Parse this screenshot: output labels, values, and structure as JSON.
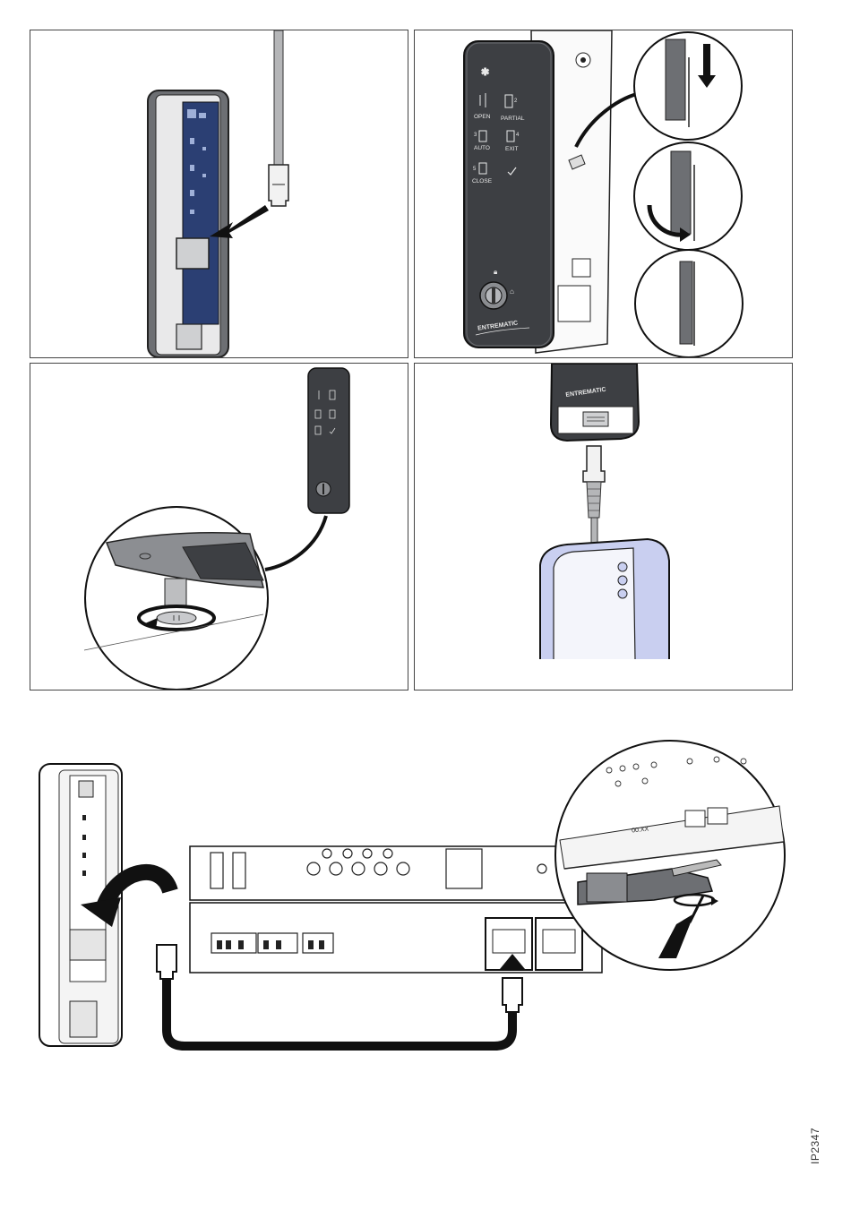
{
  "keypad": {
    "labels": {
      "open": "OPEN",
      "partial": "PARTIAL",
      "auto": "AUTO",
      "exit": "EXIT",
      "close": "CLOSE"
    },
    "numbers": {
      "n2": "2",
      "n3": "3",
      "n4": "4",
      "n5": "5"
    },
    "brand": "ENTREMATIC"
  },
  "board": {
    "label": "00.XX"
  },
  "document": {
    "code": "IP2347"
  },
  "colors": {
    "pcb_blue": "#2b3f73",
    "housing_gray": "#6d6f73",
    "keypad_dark": "#3d3f43",
    "module_lavender": "#c9cff0",
    "line": "#222222"
  },
  "icons": [
    "bluetooth-icon",
    "check-icon",
    "lock-icon",
    "unlock-icon",
    "arrow-down-icon",
    "rotate-arrow-icon",
    "screwdriver-icon"
  ]
}
